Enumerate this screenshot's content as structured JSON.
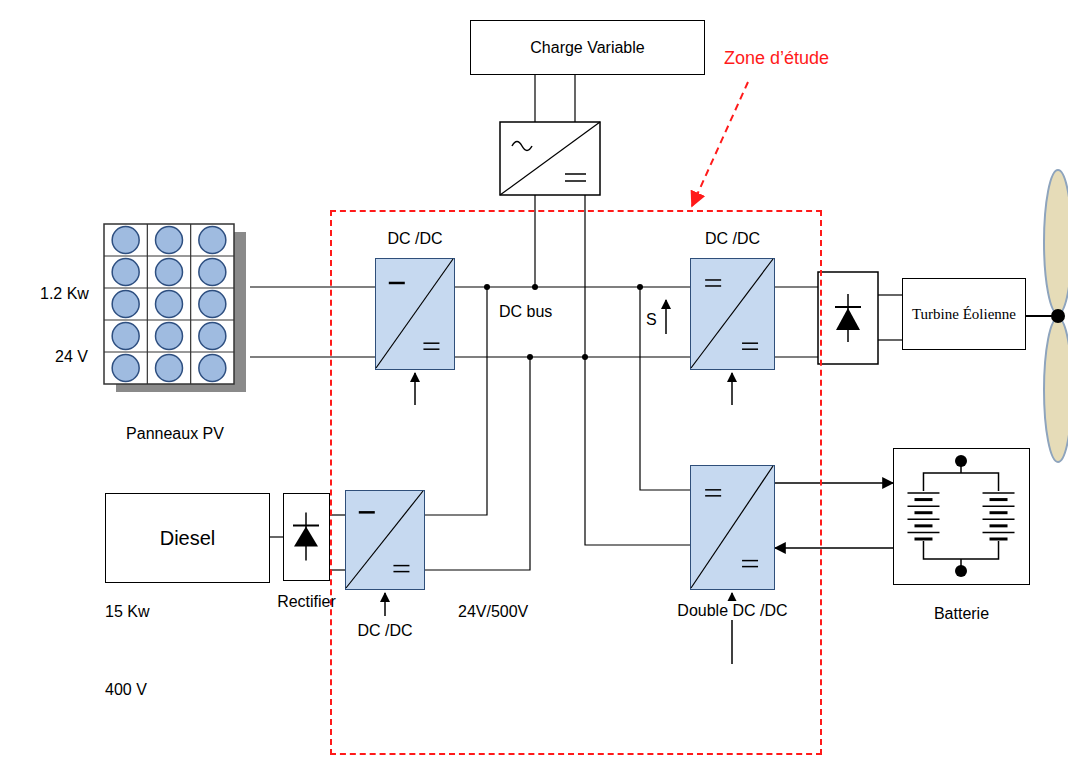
{
  "diagram": {
    "nodes": [
      {
        "text": [
          "Zone d’étude"
        ]
      },
      {
        "text": [
          "Charge Variable"
        ]
      },
      {
        "text": [
          "Panneaux PV"
        ]
      },
      {
        "text": [
          "DC /DC"
        ],
        "in": 0
      },
      {
        "text": [
          "DC /DC"
        ],
        "in": 0
      },
      {
        "text": [
          "Diesel"
        ]
      },
      {
        "text": [
          "Rectifier"
        ]
      },
      {
        "text": [
          "DC /DC"
        ],
        "in": 0
      },
      {
        "text": [
          "Double DC /DC"
        ],
        "in": 0
      },
      {
        "text": [
          "Turbine Éolienne"
        ]
      },
      {
        "text": [
          "Batterie"
        ]
      }
    ],
    "edges": [
      {
        "from": 2,
        "to": 3,
        "arrow": "none"
      },
      {
        "from": 2,
        "to": 3,
        "arrow": "none"
      },
      {
        "from": 5,
        "to": 6,
        "arrow": "none"
      },
      {
        "from": 6,
        "to": 7,
        "arrow": "none"
      },
      {
        "from": 6,
        "to": 7,
        "arrow": "none"
      },
      {
        "from": 8,
        "to": 10,
        "arrow": "to"
      },
      {
        "from": 10,
        "to": 8,
        "arrow": "to"
      }
    ],
    "labels": [
      "1.2 Kw",
      "24 V",
      "DC bus",
      "S",
      "15 Kw",
      "400 V",
      "24V/500V"
    ]
  }
}
